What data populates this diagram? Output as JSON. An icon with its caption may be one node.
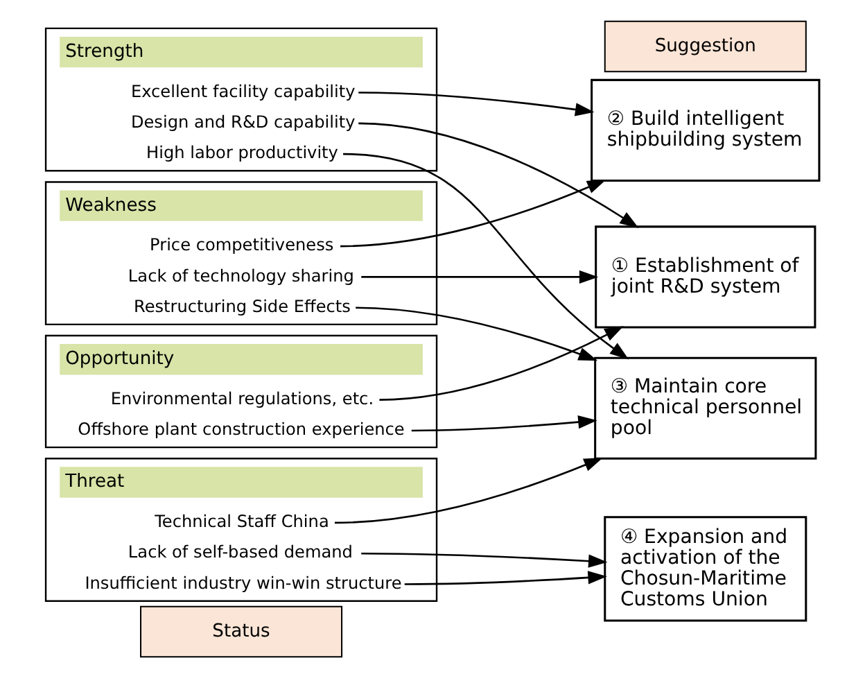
{
  "diagram": {
    "nodes": [
      {
        "text": [
          "Status"
        ]
      },
      {
        "text": [
          "Strength"
        ]
      },
      {
        "text": [
          "Design and R&D capability"
        ],
        "in": 1
      },
      {
        "text": [
          "High labor productivity"
        ],
        "in": 1
      },
      {
        "text": [
          "Excellent facility capability"
        ],
        "in": 1
      },
      {
        "text": [
          "Opportunity"
        ]
      },
      {
        "text": [
          "Environmental regulations, etc."
        ],
        "in": 5
      },
      {
        "text": [
          "Offshore plant construction experience"
        ],
        "in": 5
      },
      {
        "text": [
          "Weakness"
        ]
      },
      {
        "text": [
          "Price competitiveness"
        ],
        "in": 8
      },
      {
        "text": [
          "Restructuring Side Effects"
        ],
        "in": 8
      },
      {
        "text": [
          "Lack of technology sharing"
        ],
        "in": 8
      },
      {
        "text": [
          "Threat"
        ]
      },
      {
        "text": [
          "Lack of self-based demand"
        ],
        "in": 12
      },
      {
        "text": [
          "Insufficient industry win-win structure"
        ],
        "in": 12
      },
      {
        "text": [
          "Technical Staff China"
        ],
        "in": 12
      },
      {
        "text": [
          "Suggestion"
        ]
      },
      {
        "text": [
          "① Establishment of joint R&D system"
        ]
      },
      {
        "text": [
          "② Build intelligent shipbuilding system"
        ]
      },
      {
        "text": [
          "③ Maintain core technical personnel pool"
        ]
      },
      {
        "text": [
          "④ Expansion and activation of the Chosun-Maritime Customs Union"
        ]
      }
    ],
    "edges": [
      {
        "from": 2,
        "to": 17,
        "arrow": "to"
      },
      {
        "from": 3,
        "to": 19,
        "arrow": "to"
      },
      {
        "from": 4,
        "to": 18,
        "arrow": "to"
      },
      {
        "from": 6,
        "to": 17,
        "arrow": "to"
      },
      {
        "from": 7,
        "to": 19,
        "arrow": "to"
      },
      {
        "from": 9,
        "to": 18,
        "arrow": "to"
      },
      {
        "from": 10,
        "to": 19,
        "arrow": "to"
      },
      {
        "from": 11,
        "to": 17,
        "arrow": "to"
      },
      {
        "from": 13,
        "to": 20,
        "arrow": "to"
      },
      {
        "from": 14,
        "to": 20,
        "arrow": "to"
      },
      {
        "from": 15,
        "to": 19,
        "arrow": "to"
      }
    ]
  }
}
